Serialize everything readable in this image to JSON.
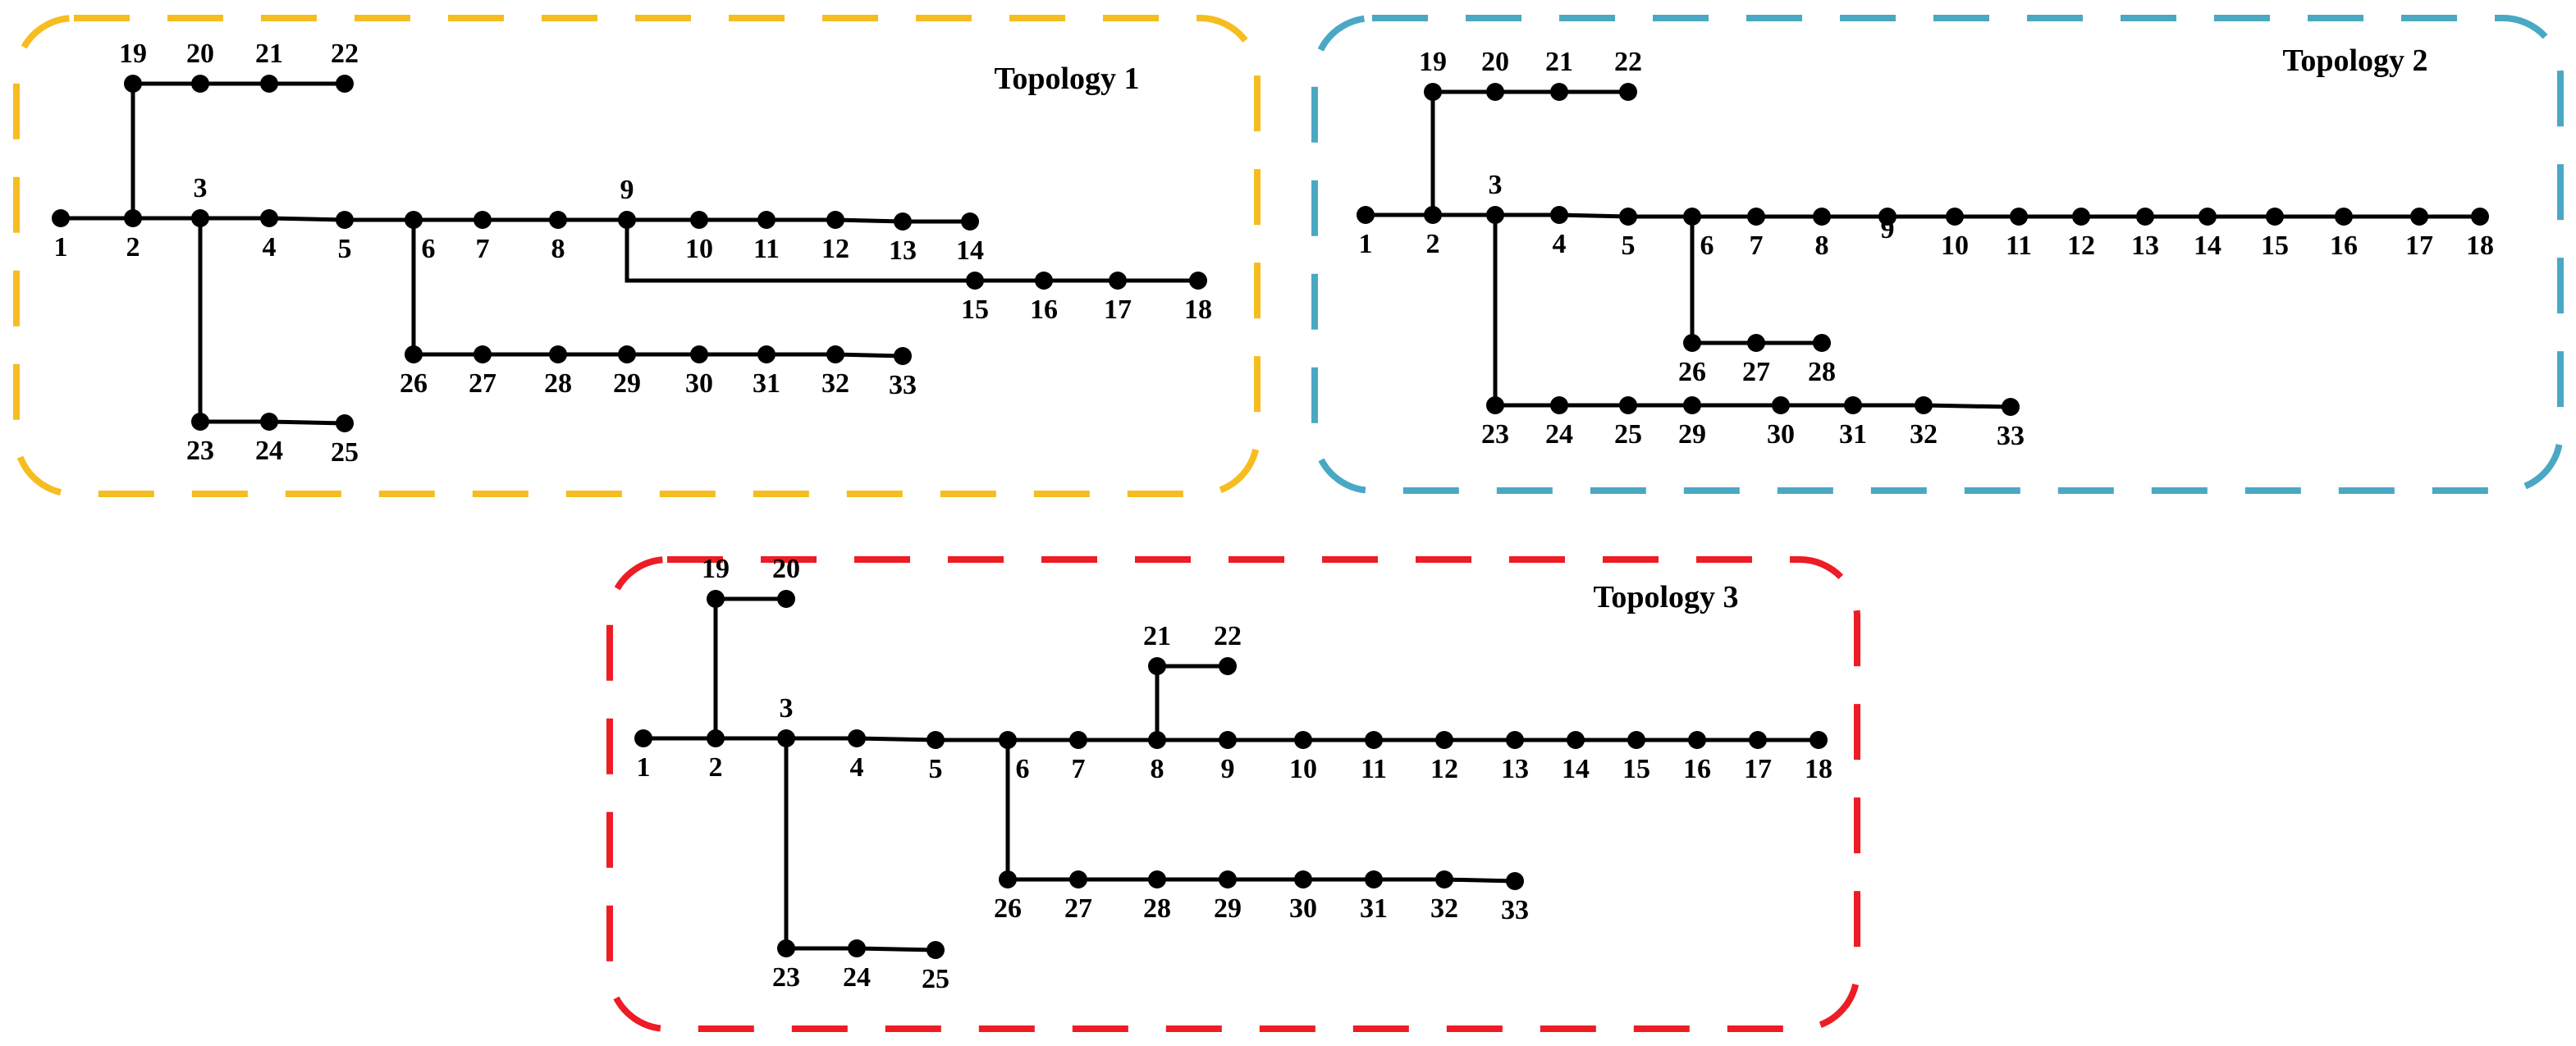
{
  "colors": {
    "frame1": "#F5BD1F",
    "frame2": "#4AA8C4",
    "frame3": "#EE1C24",
    "line": "#000000",
    "background": "#FFFFFF"
  },
  "topologies": [
    {
      "title": "Topology 1",
      "frame_color": "#F5BD1F",
      "nodes": [
        "1",
        "2",
        "3",
        "4",
        "5",
        "6",
        "7",
        "8",
        "9",
        "10",
        "11",
        "12",
        "13",
        "14",
        "15",
        "16",
        "17",
        "18",
        "19",
        "20",
        "21",
        "22",
        "23",
        "24",
        "25",
        "26",
        "27",
        "28",
        "29",
        "30",
        "31",
        "32",
        "33"
      ],
      "edges": [
        [
          "1",
          "2"
        ],
        [
          "2",
          "3"
        ],
        [
          "3",
          "4"
        ],
        [
          "4",
          "5"
        ],
        [
          "5",
          "6"
        ],
        [
          "6",
          "7"
        ],
        [
          "7",
          "8"
        ],
        [
          "8",
          "9"
        ],
        [
          "9",
          "10"
        ],
        [
          "10",
          "11"
        ],
        [
          "11",
          "12"
        ],
        [
          "12",
          "13"
        ],
        [
          "13",
          "14"
        ],
        [
          "9",
          "15"
        ],
        [
          "15",
          "16"
        ],
        [
          "16",
          "17"
        ],
        [
          "17",
          "18"
        ],
        [
          "2",
          "19"
        ],
        [
          "19",
          "20"
        ],
        [
          "20",
          "21"
        ],
        [
          "21",
          "22"
        ],
        [
          "3",
          "23"
        ],
        [
          "23",
          "24"
        ],
        [
          "24",
          "25"
        ],
        [
          "6",
          "26"
        ],
        [
          "26",
          "27"
        ],
        [
          "27",
          "28"
        ],
        [
          "28",
          "29"
        ],
        [
          "29",
          "30"
        ],
        [
          "30",
          "31"
        ],
        [
          "31",
          "32"
        ],
        [
          "32",
          "33"
        ]
      ]
    },
    {
      "title": "Topology 2",
      "frame_color": "#4AA8C4",
      "nodes": [
        "1",
        "2",
        "3",
        "4",
        "5",
        "6",
        "7",
        "8",
        "9",
        "10",
        "11",
        "12",
        "13",
        "14",
        "15",
        "16",
        "17",
        "18",
        "19",
        "20",
        "21",
        "22",
        "23",
        "24",
        "25",
        "26",
        "27",
        "28",
        "29",
        "30",
        "31",
        "32",
        "33"
      ],
      "edges": [
        [
          "1",
          "2"
        ],
        [
          "2",
          "3"
        ],
        [
          "3",
          "4"
        ],
        [
          "4",
          "5"
        ],
        [
          "5",
          "6"
        ],
        [
          "6",
          "7"
        ],
        [
          "7",
          "8"
        ],
        [
          "8",
          "9"
        ],
        [
          "9",
          "10"
        ],
        [
          "10",
          "11"
        ],
        [
          "11",
          "12"
        ],
        [
          "12",
          "13"
        ],
        [
          "13",
          "14"
        ],
        [
          "14",
          "15"
        ],
        [
          "15",
          "16"
        ],
        [
          "16",
          "17"
        ],
        [
          "17",
          "18"
        ],
        [
          "2",
          "19"
        ],
        [
          "19",
          "20"
        ],
        [
          "20",
          "21"
        ],
        [
          "21",
          "22"
        ],
        [
          "3",
          "23"
        ],
        [
          "23",
          "24"
        ],
        [
          "24",
          "25"
        ],
        [
          "25",
          "29"
        ],
        [
          "29",
          "30"
        ],
        [
          "30",
          "31"
        ],
        [
          "31",
          "32"
        ],
        [
          "32",
          "33"
        ],
        [
          "6",
          "26"
        ],
        [
          "26",
          "27"
        ],
        [
          "27",
          "28"
        ]
      ]
    },
    {
      "title": "Topology 3",
      "frame_color": "#EE1C24",
      "nodes": [
        "1",
        "2",
        "3",
        "4",
        "5",
        "6",
        "7",
        "8",
        "9",
        "10",
        "11",
        "12",
        "13",
        "14",
        "15",
        "16",
        "17",
        "18",
        "19",
        "20",
        "21",
        "22",
        "23",
        "24",
        "25",
        "26",
        "27",
        "28",
        "29",
        "30",
        "31",
        "32",
        "33"
      ],
      "edges": [
        [
          "1",
          "2"
        ],
        [
          "2",
          "3"
        ],
        [
          "3",
          "4"
        ],
        [
          "4",
          "5"
        ],
        [
          "5",
          "6"
        ],
        [
          "6",
          "7"
        ],
        [
          "7",
          "8"
        ],
        [
          "8",
          "9"
        ],
        [
          "9",
          "10"
        ],
        [
          "10",
          "11"
        ],
        [
          "11",
          "12"
        ],
        [
          "12",
          "13"
        ],
        [
          "13",
          "14"
        ],
        [
          "14",
          "15"
        ],
        [
          "15",
          "16"
        ],
        [
          "16",
          "17"
        ],
        [
          "17",
          "18"
        ],
        [
          "2",
          "19"
        ],
        [
          "19",
          "20"
        ],
        [
          "8",
          "21"
        ],
        [
          "21",
          "22"
        ],
        [
          "3",
          "23"
        ],
        [
          "23",
          "24"
        ],
        [
          "24",
          "25"
        ],
        [
          "6",
          "26"
        ],
        [
          "26",
          "27"
        ],
        [
          "27",
          "28"
        ],
        [
          "28",
          "29"
        ],
        [
          "29",
          "30"
        ],
        [
          "30",
          "31"
        ],
        [
          "31",
          "32"
        ],
        [
          "32",
          "33"
        ]
      ]
    }
  ]
}
